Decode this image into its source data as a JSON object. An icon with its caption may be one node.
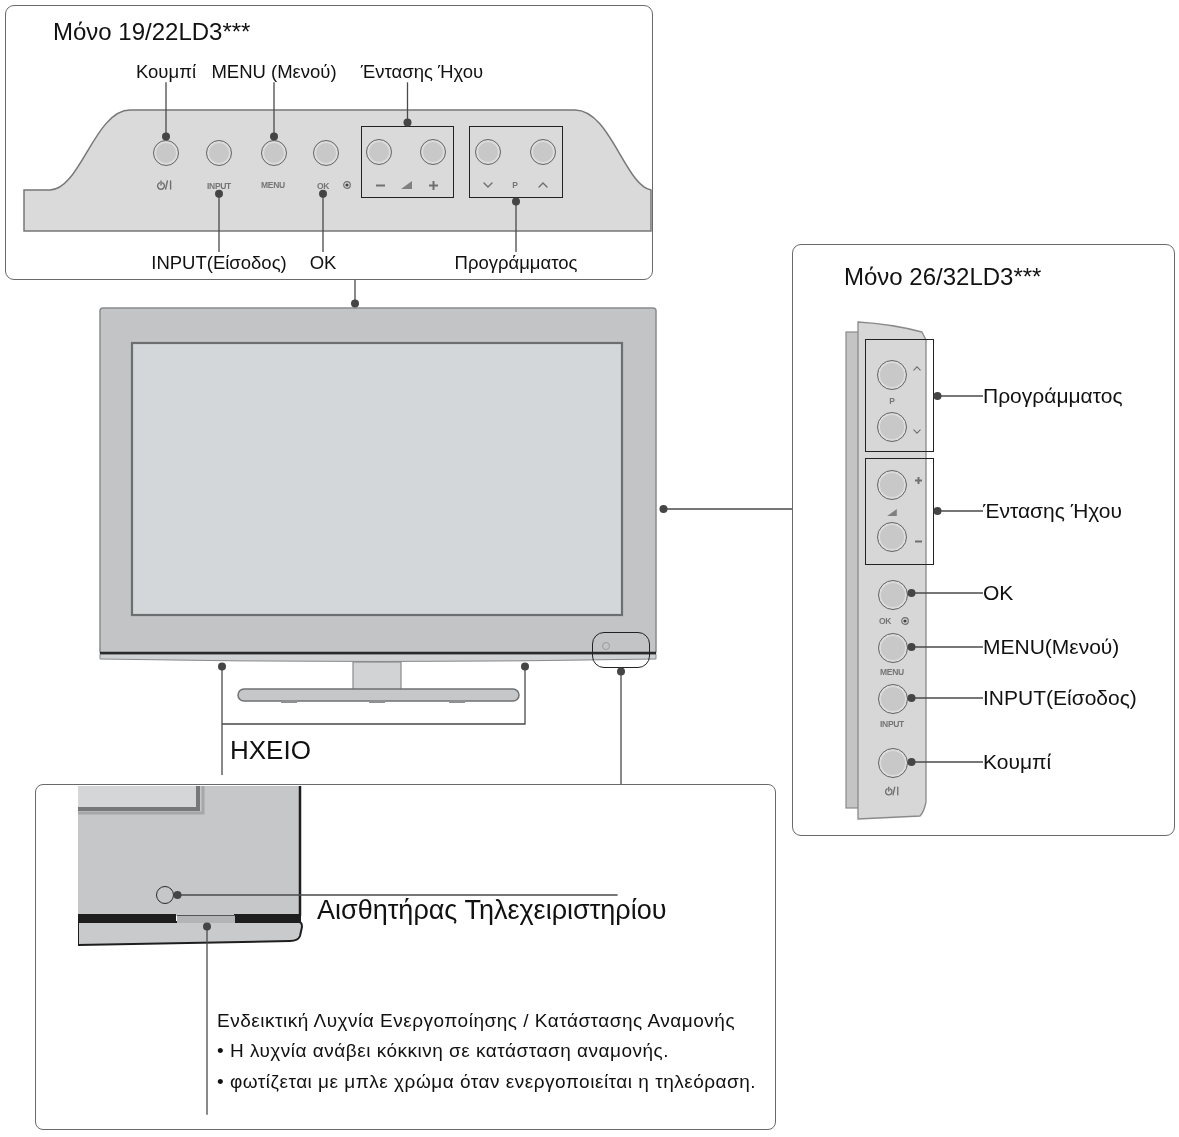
{
  "diagram": {
    "nodes": [
      {
        "text": [
          "Μόνο 19/22LD3***"
        ]
      },
      {
        "text": [
          "Κουμπί"
        ],
        "in": 0
      },
      {
        "text": [
          "MENU (Μενού)"
        ],
        "in": 0
      },
      {
        "text": [
          "Έντασης Ήχου"
        ],
        "in": 0
      },
      {
        "text": [],
        "shape": "circle",
        "in": 0
      },
      {
        "text": [],
        "shape": "circle",
        "in": 0
      },
      {
        "text": [],
        "shape": "circle",
        "in": 0
      },
      {
        "text": [],
        "shape": "circle",
        "in": 0
      },
      {
        "text": [],
        "shape": "box",
        "in": 0
      },
      {
        "text": [],
        "shape": "box",
        "in": 0
      },
      {
        "text": [
          "INPUT"
        ],
        "in": 0
      },
      {
        "text": [
          "OK"
        ],
        "in": 0
      },
      {
        "text": [
          "INPUT(Είσοδος)"
        ],
        "in": 0
      },
      {
        "text": [
          "OK"
        ],
        "in": 0
      },
      {
        "text": [
          "Προγράμματος"
        ],
        "in": 0
      },
      {
        "text": [
          "Μόνο 26/32LD3***"
        ]
      },
      {
        "text": [],
        "shape": "box",
        "in": 15
      },
      {
        "text": [
          "Προγράμματος"
        ],
        "in": 15
      },
      {
        "text": [],
        "shape": "box",
        "in": 15
      },
      {
        "text": [
          "Έντασης Ήχου"
        ],
        "in": 15
      },
      {
        "text": [],
        "shape": "circle",
        "in": 15
      },
      {
        "text": [
          "OK"
        ],
        "in": 15
      },
      {
        "text": [],
        "shape": "circle",
        "in": 15
      },
      {
        "text": [
          "MENU(Μενού)"
        ],
        "in": 15
      },
      {
        "text": [],
        "shape": "circle",
        "in": 15
      },
      {
        "text": [
          "INPUT(Είσοδος)"
        ],
        "in": 15
      },
      {
        "text": [],
        "shape": "circle",
        "in": 15
      },
      {
        "text": [
          "Κουμπί"
        ],
        "in": 15
      },
      {
        "text": [],
        "shape": "picture"
      },
      {
        "text": [],
        "shape": "box"
      },
      {
        "text": [
          "ΗΧΕΙΟ"
        ]
      },
      {
        "text": [],
        "shape": "box"
      },
      {
        "text": [],
        "shape": "circle",
        "in": 31
      },
      {
        "text": [],
        "shape": "bar",
        "in": 31
      },
      {
        "text": [
          "Αισθητήρας Τηλεχειριστηρίου"
        ],
        "in": 31
      },
      {
        "text": [
          "Ενδεικτική Λυχνία Ενεργοποίησης / Κατάστασης Αναμονής",
          "• Η λυχνία ανάβει κόκκινη σε κατάσταση αναμονής.",
          "• φωτίζεται με μπλε χρώμα όταν ενεργοποιείται η τηλεόραση."
        ],
        "in": 31
      }
    ],
    "edges": [
      {
        "from": 1,
        "to": 4,
        "arrow": "other"
      },
      {
        "from": 2,
        "to": 6,
        "arrow": "other"
      },
      {
        "from": 3,
        "to": 8,
        "arrow": "other"
      },
      {
        "from": 12,
        "to": 10,
        "arrow": "other"
      },
      {
        "from": 13,
        "to": 11,
        "arrow": "other"
      },
      {
        "from": 14,
        "to": 9,
        "arrow": "other"
      },
      {
        "from": 0,
        "to": 28,
        "arrow": "other"
      },
      {
        "from": 17,
        "to": 16,
        "arrow": "other"
      },
      {
        "from": 19,
        "to": 18,
        "arrow": "other"
      },
      {
        "from": 21,
        "to": 20,
        "arrow": "other"
      },
      {
        "from": 23,
        "to": 22,
        "arrow": "other"
      },
      {
        "from": 25,
        "to": 24,
        "arrow": "other"
      },
      {
        "from": 27,
        "to": 26,
        "arrow": "other"
      },
      {
        "from": 15,
        "to": 28,
        "arrow": "other"
      },
      {
        "from": 30,
        "to": 28,
        "arrow": "other"
      },
      {
        "from": 30,
        "to": 28,
        "arrow": "other"
      },
      {
        "from": 31,
        "to": 29,
        "arrow": "other"
      },
      {
        "from": 34,
        "to": 32,
        "arrow": "other"
      },
      {
        "from": 35,
        "to": 33,
        "arrow": "other"
      }
    ],
    "labels": [
      "MENU",
      "P",
      "P",
      "OK",
      "MENU",
      "INPUT"
    ]
  }
}
